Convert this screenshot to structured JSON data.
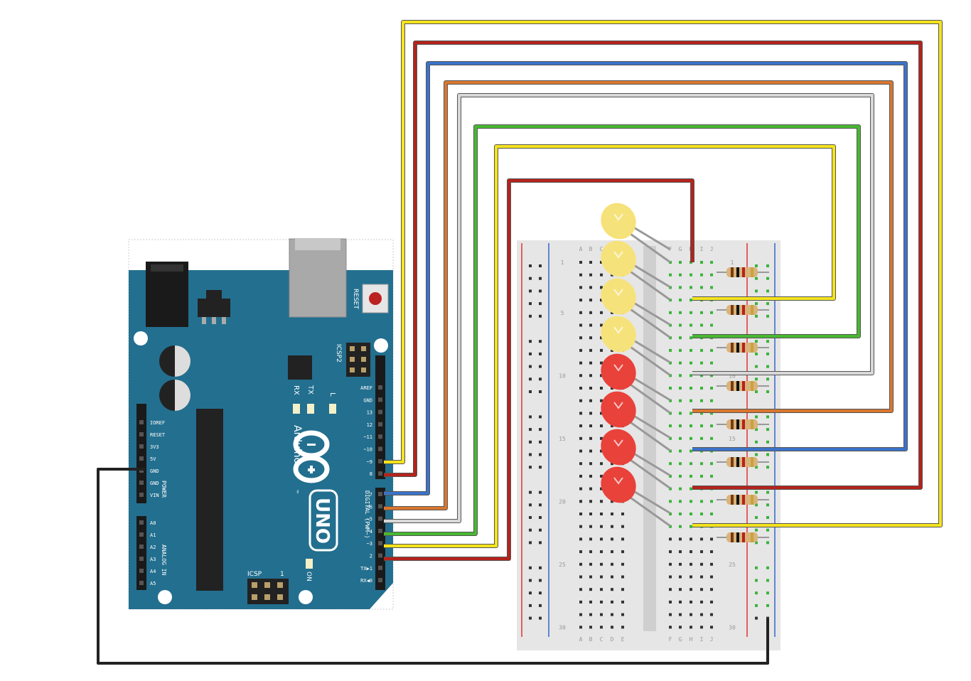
{
  "arduino": {
    "reset_label": "RESET",
    "icsp2_label": "ICSP2",
    "icsp_label": "ICSP",
    "icsp_pin1": "1",
    "rx_label": "RX",
    "tx_label": "TX",
    "l_label": "L",
    "on_label": "ON",
    "brand": "Arduino",
    "tm": "™",
    "model": "UNO",
    "digital_label": "DIGITAL (PWM~)",
    "power_label": "POWER",
    "analog_label": "ANALOG IN",
    "power_pins": [
      "IOREF",
      "RESET",
      "3V3",
      "5V",
      "GND",
      "GND",
      "VIN"
    ],
    "analog_pins": [
      "A0",
      "A1",
      "A2",
      "A3",
      "A4",
      "A5"
    ],
    "digital_top": [
      "AREF",
      "GND",
      "13",
      "12",
      "~11",
      "~10",
      "~9",
      "8"
    ],
    "digital_bottom": [
      "7",
      "~6",
      "~5",
      "4",
      "~3",
      "2",
      "TX▶1",
      "RX◀0"
    ]
  },
  "breadboard": {
    "col_letters_left": [
      "A",
      "B",
      "C",
      "D",
      "E"
    ],
    "col_letters_right": [
      "F",
      "G",
      "H",
      "I",
      "J"
    ],
    "row_numbers": [
      "1",
      "5",
      "10",
      "15",
      "20",
      "25",
      "30"
    ]
  },
  "leds": [
    {
      "color": "yellow"
    },
    {
      "color": "yellow"
    },
    {
      "color": "yellow"
    },
    {
      "color": "yellow"
    },
    {
      "color": "red"
    },
    {
      "color": "red"
    },
    {
      "color": "red"
    },
    {
      "color": "red"
    }
  ],
  "wire_colors": [
    "#f4e31d",
    "#b5231c",
    "#3b73c8",
    "#d9762f",
    "#d8d8d8",
    "#48b832",
    "#f4e31d",
    "#b5231c"
  ],
  "colors": {
    "board": "#236f8f",
    "breadboard": "#e6e6e6",
    "ground_wire": "#222222",
    "led_yellow": "#f6e27a",
    "led_red": "#e8423b"
  }
}
